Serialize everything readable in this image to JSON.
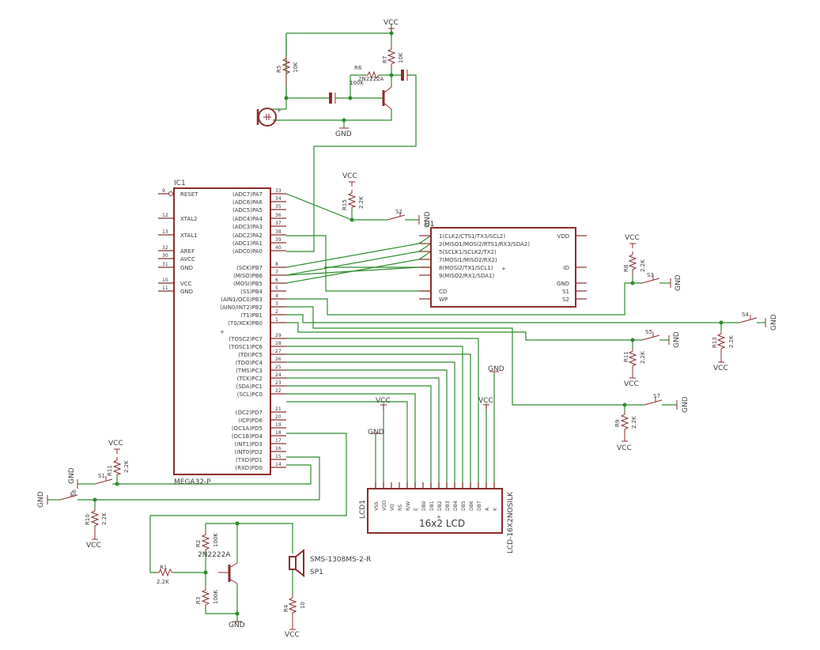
{
  "mcu": {
    "name": "IC1",
    "value": "MEGA32-P",
    "left_pins": [
      {
        "num": "9",
        "name": "RESET"
      },
      {
        "num": "12",
        "name": "XTAL2"
      },
      {
        "num": "13",
        "name": "XTAL1"
      },
      {
        "num": "32",
        "name": "AREF"
      },
      {
        "num": "30",
        "name": "AVCC"
      },
      {
        "num": "31",
        "name": "GND"
      },
      {
        "num": "10",
        "name": "VCC"
      },
      {
        "num": "11",
        "name": "GND"
      }
    ],
    "right_pins": [
      {
        "num": "33",
        "name": "(ADC7)PA7"
      },
      {
        "num": "34",
        "name": "(ADC6)PA6"
      },
      {
        "num": "35",
        "name": "(ADC5)PA5"
      },
      {
        "num": "36",
        "name": "(ADC4)PA4"
      },
      {
        "num": "37",
        "name": "(ADC3)PA3"
      },
      {
        "num": "38",
        "name": "(ADC2)PA2"
      },
      {
        "num": "39",
        "name": "(ADC1)PA1"
      },
      {
        "num": "40",
        "name": "(ADC0)PA0"
      },
      {
        "num": "8",
        "name": "(SCK)PB7"
      },
      {
        "num": "7",
        "name": "(MISO)PB6"
      },
      {
        "num": "6",
        "name": "(MOSI)PB5"
      },
      {
        "num": "5",
        "name": "(SS)PB4"
      },
      {
        "num": "4",
        "name": "(AIN1/OC0)PB3"
      },
      {
        "num": "3",
        "name": "(AIN0/INT2)PB2"
      },
      {
        "num": "2",
        "name": "(T1)PB1"
      },
      {
        "num": "1",
        "name": "(T0/XCK)PB0"
      },
      {
        "num": "29",
        "name": "(TOSC2)PC7"
      },
      {
        "num": "28",
        "name": "(TOSC1)PC6"
      },
      {
        "num": "27",
        "name": "(TDI)PC5"
      },
      {
        "num": "26",
        "name": "(TDO)PC4"
      },
      {
        "num": "25",
        "name": "(TMS)PC3"
      },
      {
        "num": "24",
        "name": "(TCK)PC2"
      },
      {
        "num": "23",
        "name": "(SDA)PC1"
      },
      {
        "num": "22",
        "name": "(SCL)PC0"
      },
      {
        "num": "21",
        "name": "(OC2)PD7"
      },
      {
        "num": "20",
        "name": "(ICP)PD6"
      },
      {
        "num": "19",
        "name": "(OC1A)PD5"
      },
      {
        "num": "18",
        "name": "(OC1B)PD4"
      },
      {
        "num": "17",
        "name": "(INT1)PD3"
      },
      {
        "num": "16",
        "name": "(INT0)PD2"
      },
      {
        "num": "15",
        "name": "(TXD)PD1"
      },
      {
        "num": "14",
        "name": "(RXD)PD0"
      }
    ]
  },
  "sd": {
    "name": "U1",
    "left_pins": [
      "1(CLK2/CTS1/TX3/SCL2)",
      "2(MISO1/MOSI2/RTS1/RX3/SDA2)",
      "5(SCLK1/SCLK2/TX2)",
      "7(MOSI1/MISO2/RX2)",
      "8(MOSI2/TX1/SCL1)",
      "9(MISO2/RX1/SDA1)",
      "CD",
      "WP"
    ],
    "right_pins": [
      "VDD",
      "ID",
      "GND",
      "S1",
      "S2"
    ]
  },
  "lcd": {
    "name": "LCD1",
    "value": "16x2 LCD",
    "package": "LCD-16X2NOSILK",
    "pins": [
      "VSS",
      "VDD",
      "VO",
      "RS",
      "R/W",
      "E",
      "DB0",
      "DB1",
      "DB2",
      "DB3",
      "DB4",
      "DB5",
      "DB6",
      "DB7",
      "A",
      "K"
    ]
  },
  "resistors": {
    "r1": {
      "name": "R1",
      "value": "2.2K"
    },
    "r2": {
      "name": "R2",
      "value": "100K"
    },
    "r3": {
      "name": "R3",
      "value": "100K"
    },
    "r4": {
      "name": "R4",
      "value": "10"
    },
    "r5": {
      "name": "R5",
      "value": "10K"
    },
    "r6": {
      "name": "R6",
      "value": "100K"
    },
    "r7": {
      "name": "R7",
      "value": "10K"
    },
    "r8": {
      "name": "R8",
      "value": "2.2K"
    },
    "r9": {
      "name": "R9",
      "value": "2.2K"
    },
    "r10": {
      "name": "R10",
      "value": "2.2K"
    },
    "r11": {
      "name": "R11",
      "value": "2.2K"
    },
    "r13": {
      "name": "R13",
      "value": "2.2K"
    },
    "r15": {
      "name": "R15",
      "value": "2.2K"
    },
    "r11b": {
      "name": "R11",
      "value": "2.2K"
    }
  },
  "switches": [
    "S1",
    "S2",
    "S3",
    "S4",
    "S5",
    "S6",
    "S7"
  ],
  "transistors": {
    "q_top": "2N2222A",
    "q_bottom": "2N2222A"
  },
  "speaker": {
    "name": "SP1",
    "value": "SMS-1308MS-2-R"
  },
  "mic_pins": {
    "plus": "+",
    "minus": "-"
  },
  "power": {
    "vcc": "VCC",
    "gnd": "GND"
  },
  "colors": {
    "symbol": "#8c2d2d",
    "wire": "#2e8b2e",
    "text": "#3a3a3a"
  }
}
